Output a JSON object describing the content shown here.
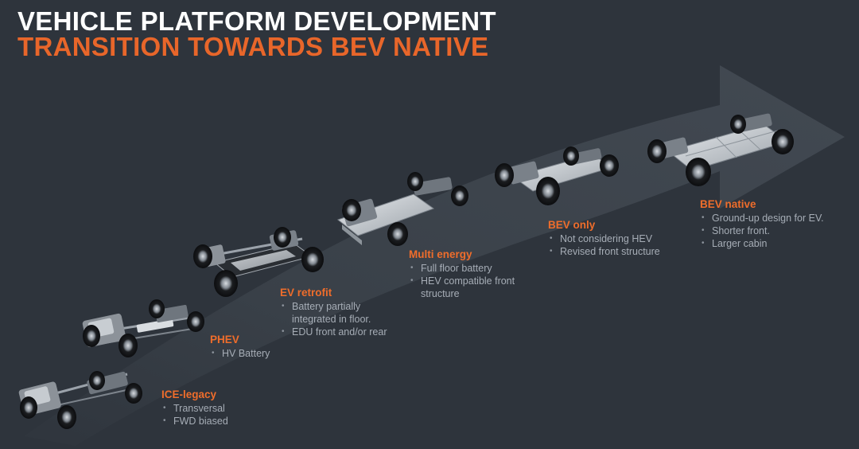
{
  "title": "VEHICLE PLATFORM DEVELOPMENT",
  "subtitle": "TRANSITION TOWARDS BEV NATIVE",
  "colors": {
    "background": "#2e343c",
    "title": "#ffffff",
    "accent": "#e8662a",
    "bullet_text": "#a6adb6",
    "arrow": "#3d444d"
  },
  "stages": [
    {
      "title": "ICE-legacy",
      "bullets": [
        "Transversal",
        "FWD biased"
      ]
    },
    {
      "title": "PHEV",
      "bullets": [
        "HV Battery"
      ]
    },
    {
      "title": "EV retrofit",
      "bullets": [
        "Battery partially integrated in floor.",
        "EDU front and/or rear"
      ]
    },
    {
      "title": "Multi energy",
      "bullets": [
        "Full floor battery",
        "HEV compatible front structure"
      ]
    },
    {
      "title": "BEV only",
      "bullets": [
        "Not considering HEV",
        "Revised front structure"
      ]
    },
    {
      "title": "BEV native",
      "bullets": [
        "Ground-up design for EV.",
        "Shorter front.",
        "Larger cabin"
      ]
    }
  ]
}
